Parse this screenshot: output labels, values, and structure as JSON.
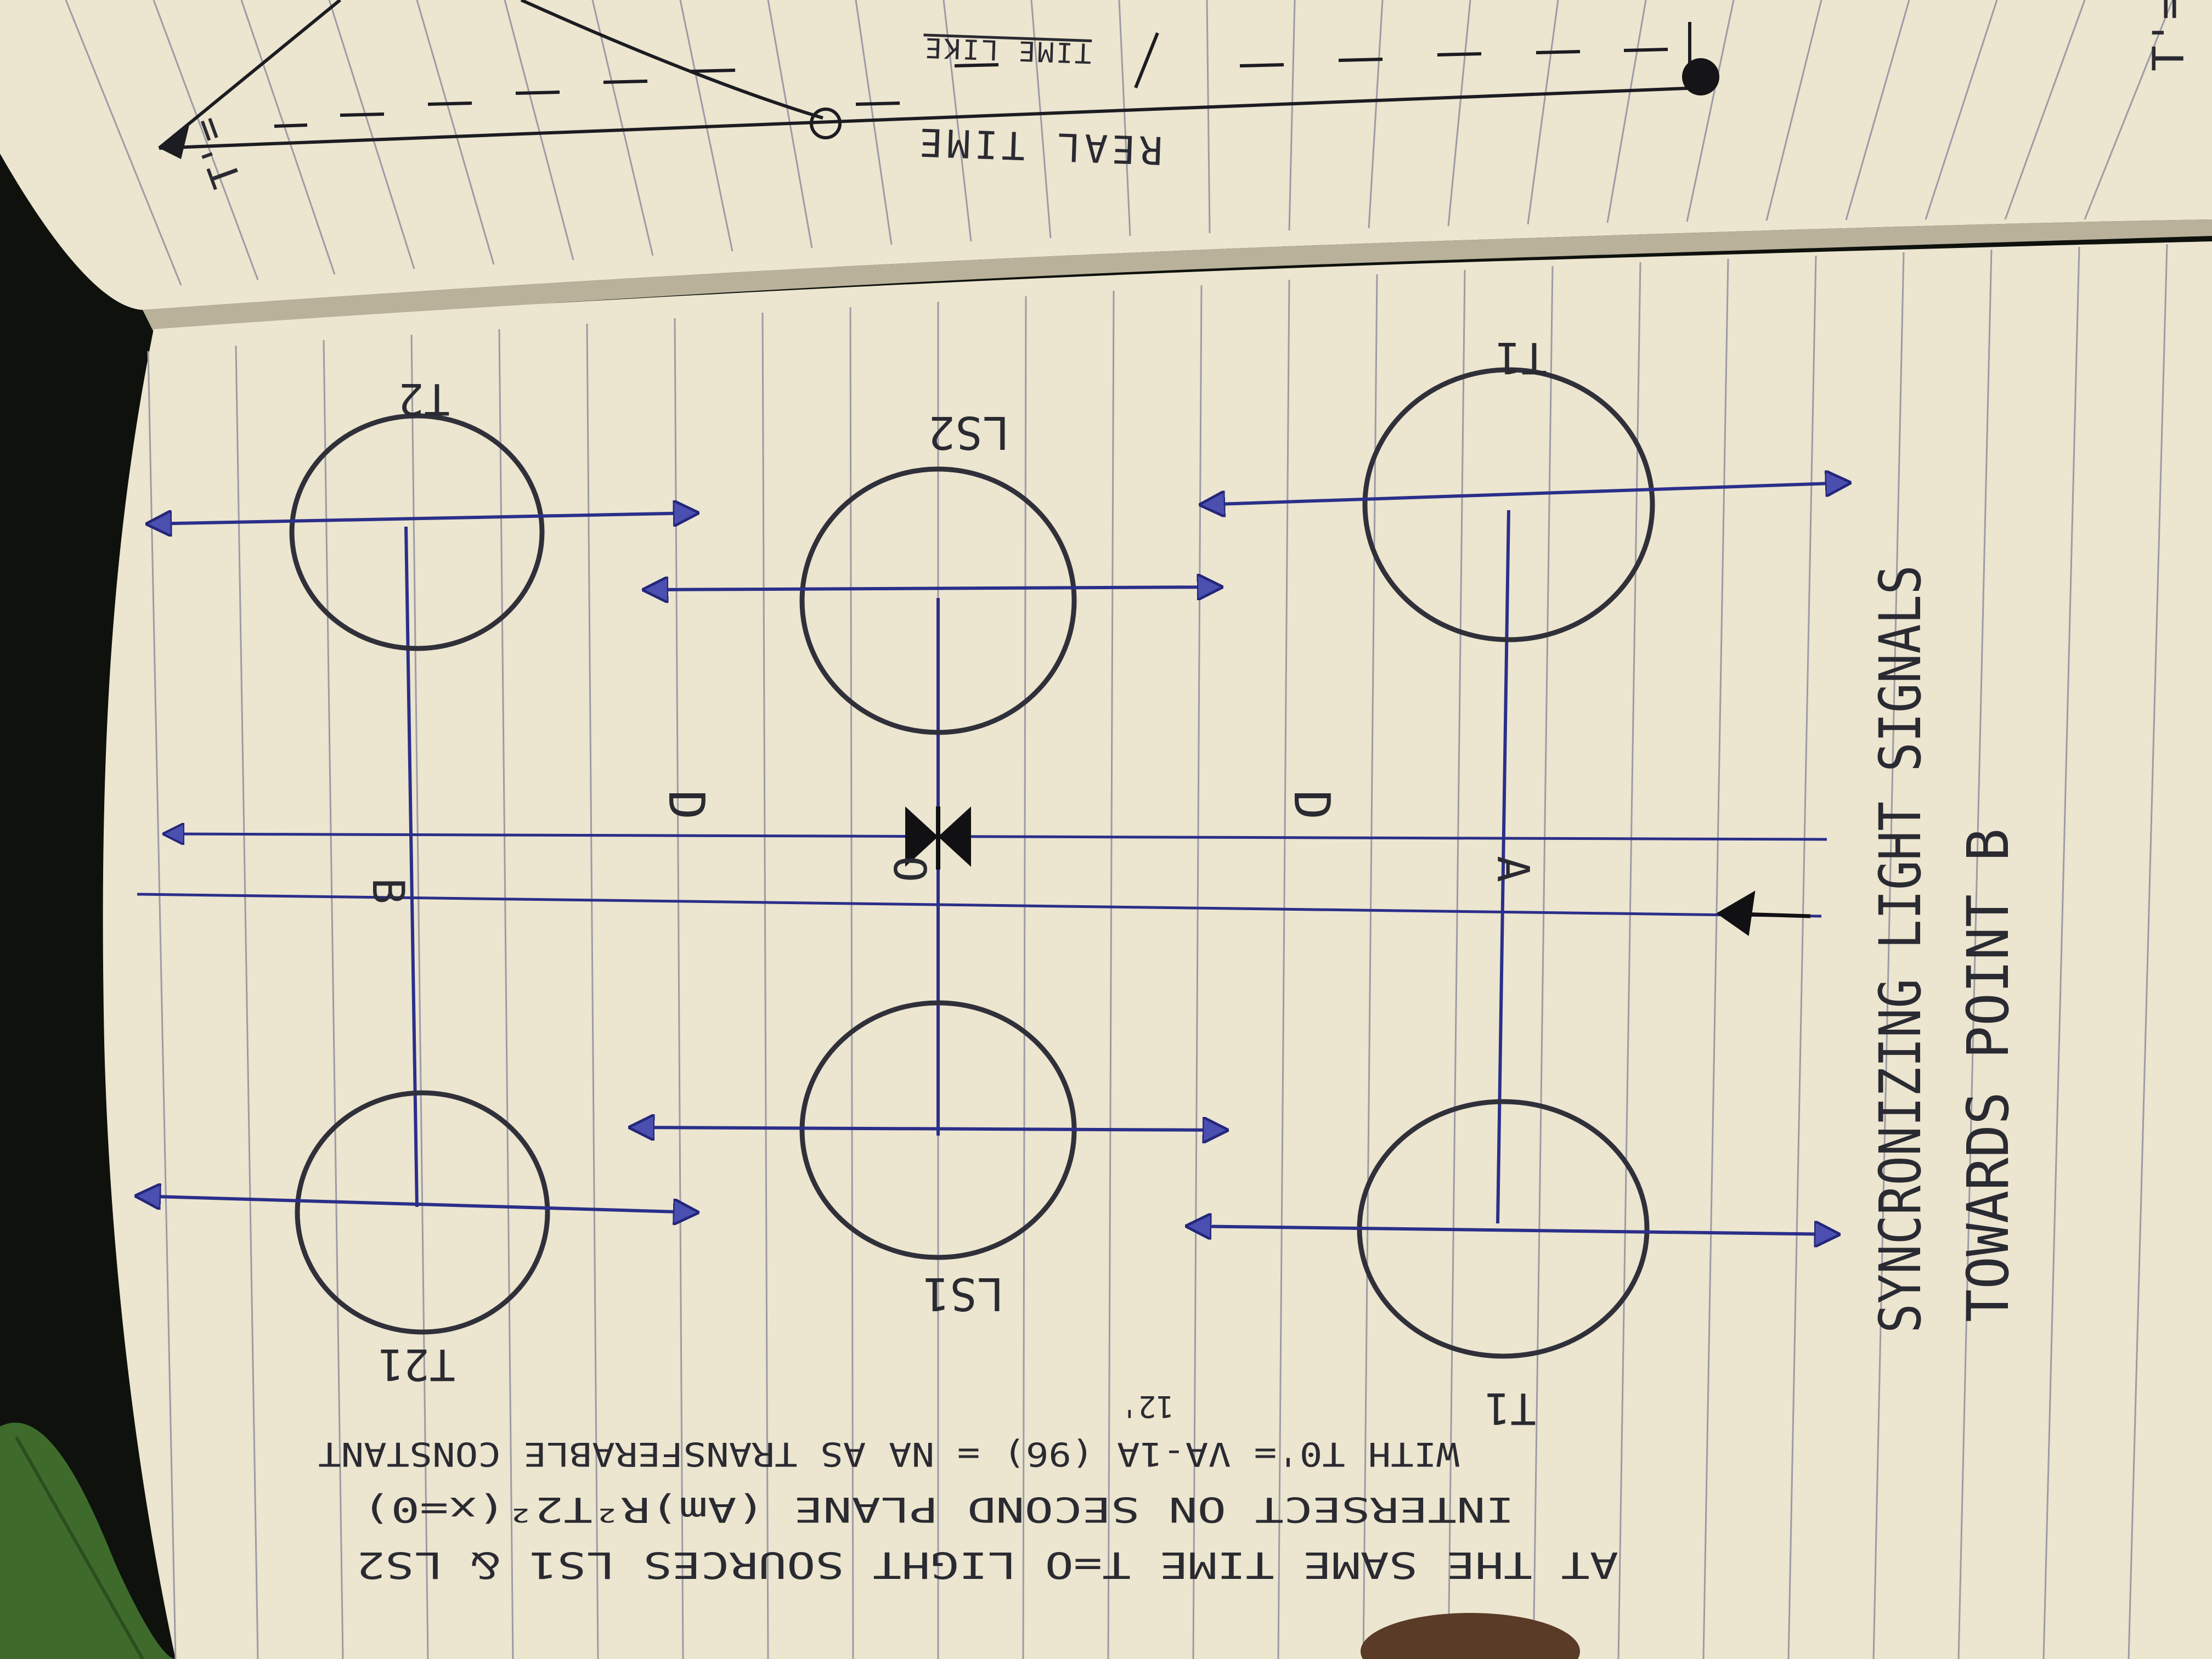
{
  "colors": {
    "paper": "#ece5cf",
    "paper_shadow": "#b9b19a",
    "rule_line": "#9c9ba6",
    "ink_blue": "#2b2f8a",
    "pencil": "#2a2a32",
    "background": "#0e110c",
    "leaf": "#3e6b2c"
  },
  "top_page": {
    "real_time_label": "REAL TIME",
    "time_like_label": "TIME LIKE",
    "t_prime_left": "T'=",
    "t_prime_right": "T'=T"
  },
  "diagram": {
    "circle_labels": {
      "top_left": "T2",
      "top_middle": "LS2",
      "top_right": "T1",
      "bottom_left": "T21",
      "bottom_middle": "LS1",
      "bottom_right": "T1"
    },
    "axis_labels": {
      "b": "B",
      "d_left": "D",
      "d_right": "D",
      "o": "O",
      "a": "A"
    },
    "icons": [
      "bowtie-source-icon",
      "arrowhead-icon",
      "fletched-arrow-icon"
    ]
  },
  "title": {
    "line1": "SYNCRONIZING LIGHT SIGNALS",
    "line2": "TOWARDS POINT B"
  },
  "notes": {
    "line1": "AT THE SAME TIME T=O LIGHT SOURCES LS1 & LS2",
    "line2": "INTERSECT ON SECOND PLANE (Am)R²T2²(x=0)",
    "line3": "WITH T0'= VA-1A (96) = NA AS TRANSFERABLE CONSTANT",
    "fraction_denominator": "12'"
  }
}
